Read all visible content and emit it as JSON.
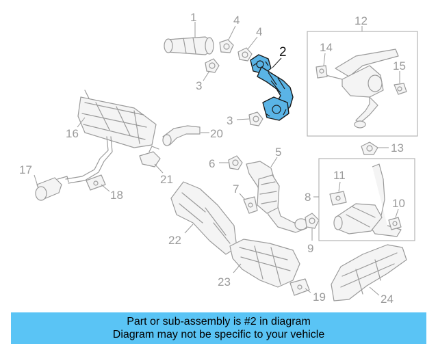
{
  "callouts": {
    "c1": "1",
    "c2": "2",
    "c3a": "3",
    "c3b": "3",
    "c4a": "4",
    "c4b": "4",
    "c5": "5",
    "c6": "6",
    "c7": "7",
    "c8": "8",
    "c9": "9",
    "c10": "10",
    "c11": "11",
    "c12": "12",
    "c13": "13",
    "c14": "14",
    "c15": "15",
    "c16": "16",
    "c17": "17",
    "c18": "18",
    "c19": "19",
    "c20": "20",
    "c21": "21",
    "c22": "22",
    "c23": "23",
    "c24": "24"
  },
  "banner": {
    "line1": "Part or sub-assembly is #2 in diagram",
    "line2": "Diagram may not be specific to your vehicle"
  },
  "colors": {
    "highlight": "#5ab4e6",
    "banner": "#5ac4f5",
    "line_art": "#9a9a9a"
  }
}
